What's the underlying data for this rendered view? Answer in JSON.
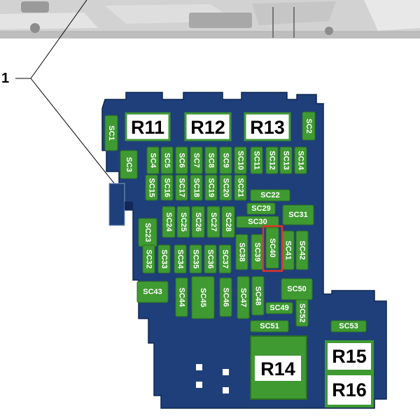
{
  "callout": {
    "number": "1"
  },
  "colors": {
    "housing": "#1e3f7a",
    "fuse": "#3f9a32",
    "relay": "#ffffff",
    "highlight": "#e0332a",
    "background": "#ffffff"
  },
  "relays": {
    "r11": "R11",
    "r12": "R12",
    "r13": "R13",
    "r14": "R14",
    "r15": "R15",
    "r16": "R16"
  },
  "fuses": {
    "sc1": "SC1",
    "sc2": "SC2",
    "sc3": "SC3",
    "sc4": "SC4",
    "sc5": "SC5",
    "sc6": "SC6",
    "sc7": "SC7",
    "sc8": "SC8",
    "sc9": "SC9",
    "sc10": "SC10",
    "sc11": "SC11",
    "sc12": "SC12",
    "sc13": "SC13",
    "sc14": "SC14",
    "sc15": "SC15",
    "sc16": "SC16",
    "sc17": "SC17",
    "sc18": "SC18",
    "sc19": "SC19",
    "sc20": "SC20",
    "sc21": "SC21",
    "sc22": "SC22",
    "sc23": "SC23",
    "sc24": "SC24",
    "sc25": "SC25",
    "sc26": "SC26",
    "sc27": "SC27",
    "sc28": "SC28",
    "sc29": "SC29",
    "sc30": "SC30",
    "sc31": "SC31",
    "sc32": "SC32",
    "sc33": "SC33",
    "sc34": "SC34",
    "sc35": "SC35",
    "sc36": "SC36",
    "sc37": "SC37",
    "sc38": "SC38",
    "sc39": "SC39",
    "sc40": "SC40",
    "sc41": "SC41",
    "sc42": "SC42",
    "sc43": "SC43",
    "sc44": "SC44",
    "sc45": "SC45",
    "sc46": "SC46",
    "sc47": "SC47",
    "sc48": "SC48",
    "sc49": "SC49",
    "sc50": "SC50",
    "sc51": "SC51",
    "sc52": "SC52",
    "sc53": "SC53"
  },
  "highlighted_fuse": "SC40"
}
